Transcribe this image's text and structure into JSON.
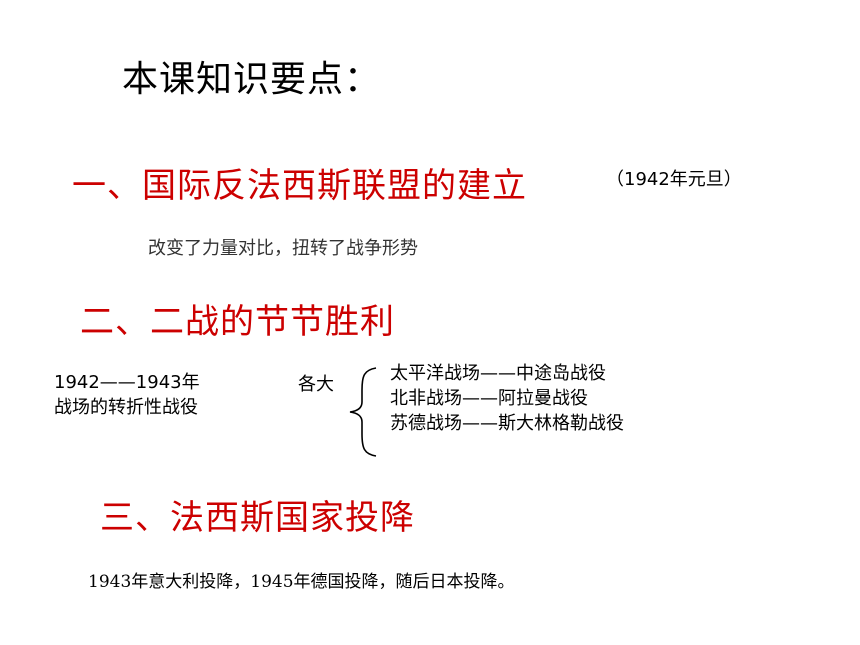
{
  "title": "本课知识要点：",
  "section1": {
    "heading": "一、国际反法西斯联盟的建立",
    "date": "（1942年元旦）",
    "note": "改变了力量对比，扭转了战争形势"
  },
  "section2": {
    "heading": "二、二战的节节胜利",
    "period_line1": "1942——1943年",
    "period_line2": "战场的转折性战役",
    "prefix": "各大",
    "battles": [
      "太平洋战场——中途岛战役",
      "北非战场——阿拉曼战役",
      "苏德战场——斯大林格勒战役"
    ]
  },
  "section3": {
    "heading": "三、法西斯国家投降",
    "note": "1943年意大利投降，1945年德国投降，随后日本投降。"
  }
}
